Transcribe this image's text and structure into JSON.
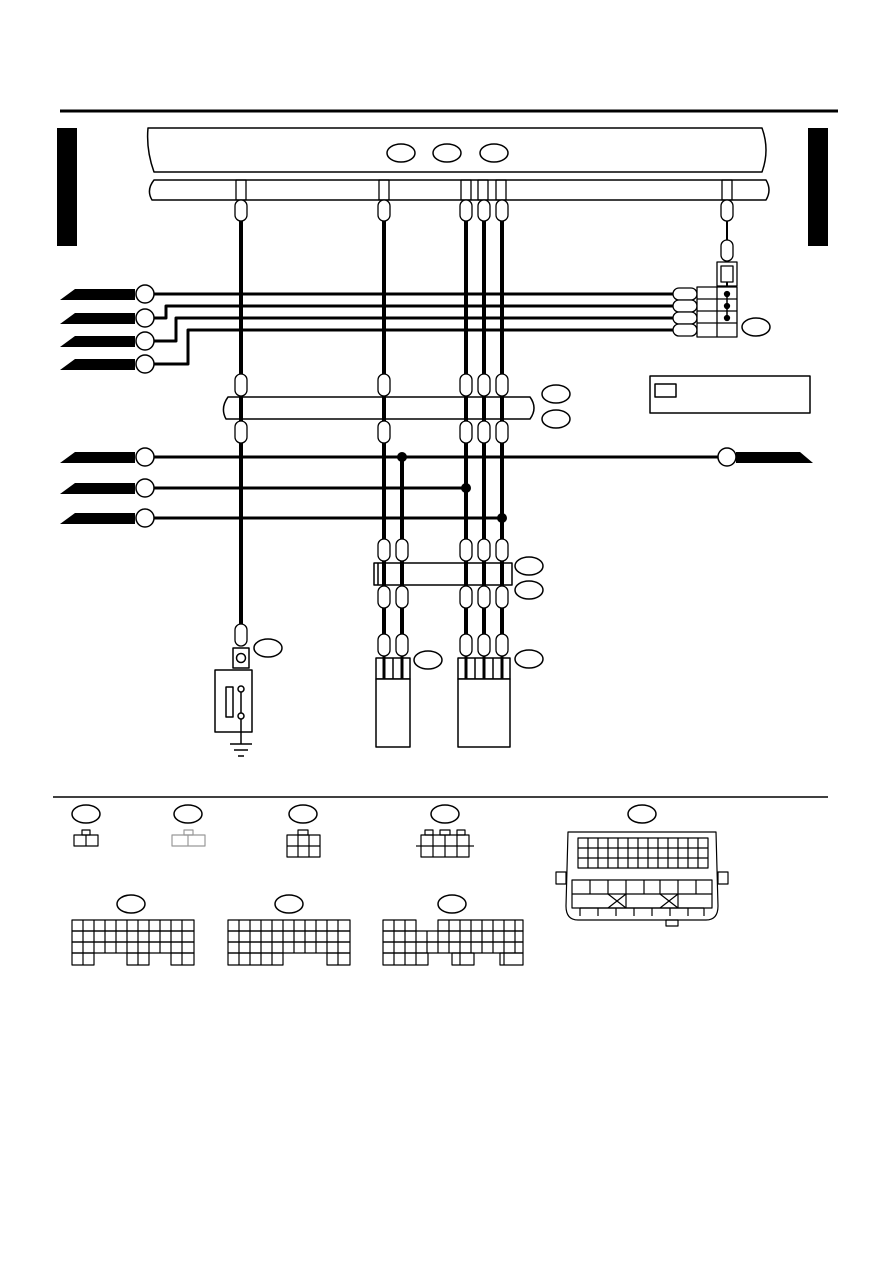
{
  "page": {
    "background": "#ffffff",
    "ink": "#000000",
    "shade": "#c8c8c8"
  },
  "diagram": {
    "kind": "wiring-diagram",
    "text_labels": [],
    "legend": {
      "swatch": "white-box",
      "text": ""
    },
    "connector_view_count": 10,
    "unlabeled_callouts": true
  }
}
